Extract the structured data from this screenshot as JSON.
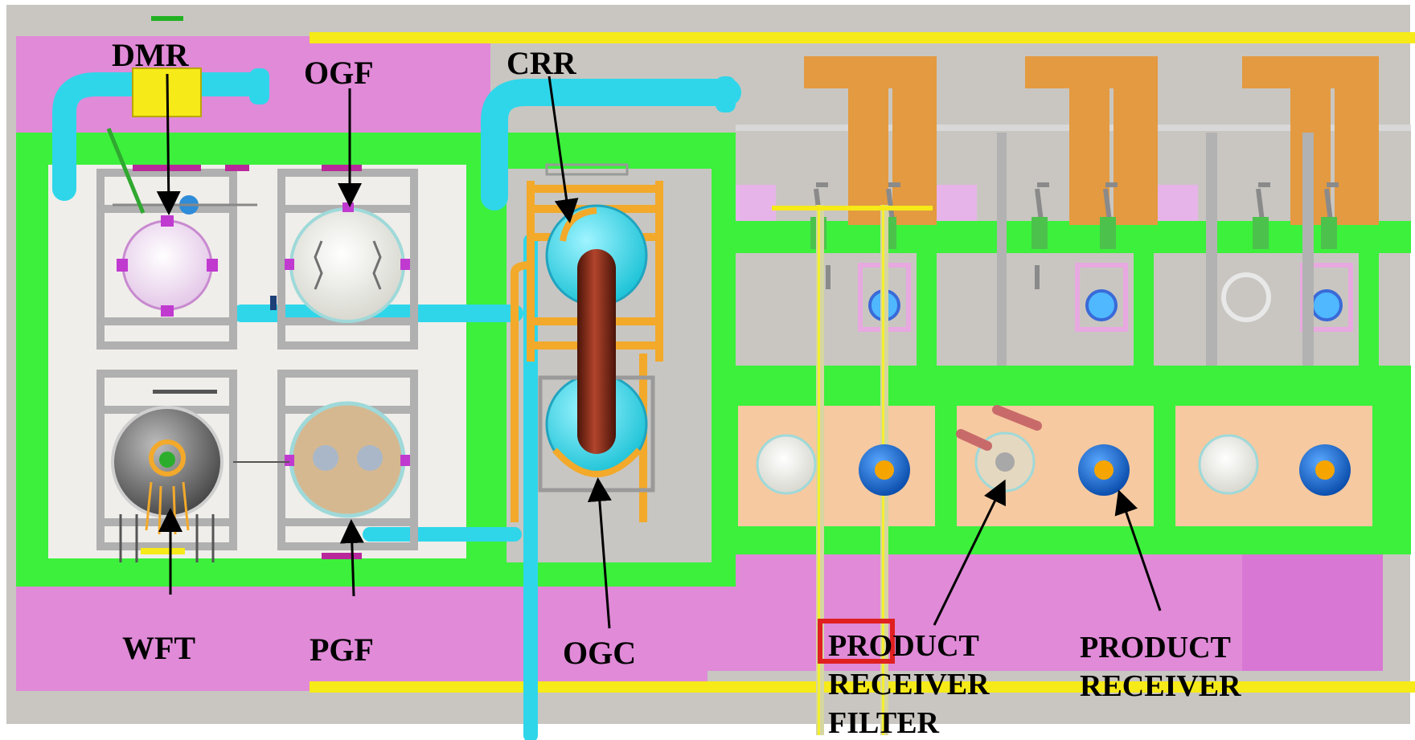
{
  "labels": {
    "dmr": "DMR",
    "ogf": "OGF",
    "crr": "CRR",
    "wft": "WFT",
    "pgf": "PGF",
    "ogc": "OGC",
    "prf_line1": "PRODUCT",
    "prf_line2": "RECEIVER",
    "prf_line3": "FILTER",
    "pr_line1": "PRODUCT",
    "pr_line2": "RECEIVER"
  },
  "colors": {
    "background": "#c9c6c1",
    "green_frame": "#3cf03c",
    "magenta": "#e08ad8",
    "yellow_rail": "#f6ea18",
    "cyan_pipe": "#2fd6ea",
    "orange_frame": "#f3a92a",
    "copper_column": "#b47a3a",
    "column_red": "#7a2416",
    "peach_bay": "#f6c9a0",
    "steel_frame": "#b8b8b8",
    "blue_vessel": "#1673d8"
  },
  "icons": {
    "arrow": "arrow-pointer-icon"
  }
}
